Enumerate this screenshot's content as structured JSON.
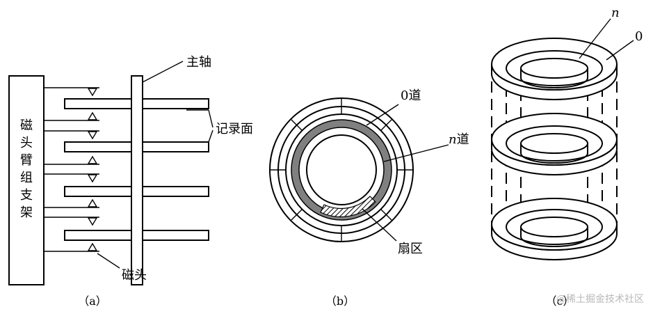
{
  "figure_a": {
    "arm_label": [
      "磁",
      "头",
      "臂",
      "组",
      "支",
      "架"
    ],
    "spindle_label": "主轴",
    "surface_label": "记录面",
    "head_label": "磁头",
    "caption": "（a）"
  },
  "figure_b": {
    "track0_label": "0道",
    "trackn_var": "n",
    "trackn_suffix": "道",
    "sector_label": "扇区",
    "caption": "（b）"
  },
  "figure_c": {
    "n_label": "n",
    "zero_label": "0",
    "caption": "（c）"
  },
  "watermark": "@稀土掘金技术社区"
}
